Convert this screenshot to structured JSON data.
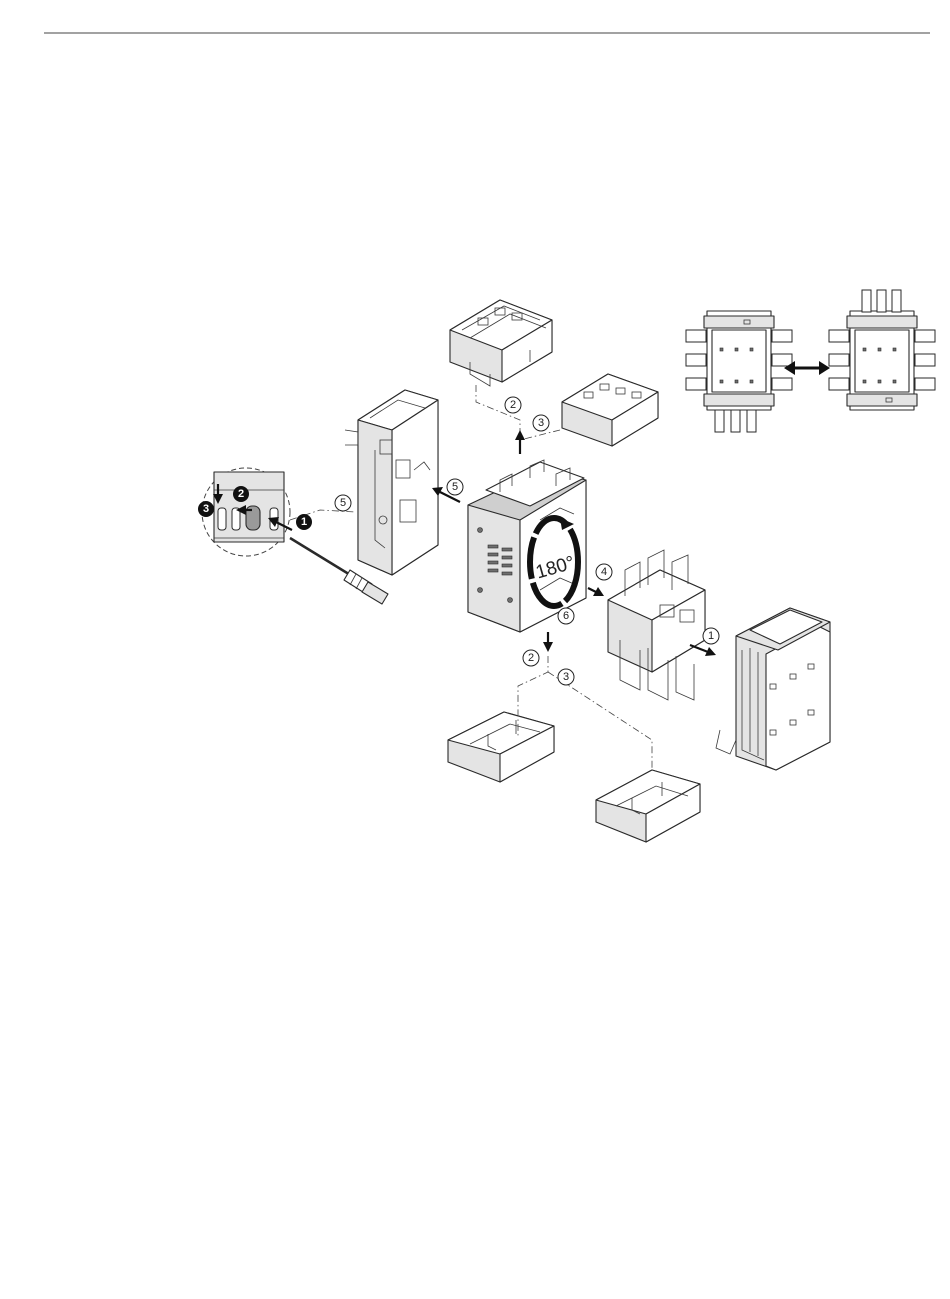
{
  "figure": {
    "callouts": [
      {
        "id": "c1",
        "label": "1"
      },
      {
        "id": "c2_top",
        "label": "2"
      },
      {
        "id": "c3_top",
        "label": "3"
      },
      {
        "id": "c2_bottom",
        "label": "2"
      },
      {
        "id": "c3_bottom",
        "label": "3"
      },
      {
        "id": "c4",
        "label": "4"
      },
      {
        "id": "c5_left",
        "label": "5"
      },
      {
        "id": "c5_mid",
        "label": "5"
      },
      {
        "id": "c6",
        "label": "6"
      }
    ],
    "steps": [
      {
        "id": "s1",
        "label": "1"
      },
      {
        "id": "s2",
        "label": "2"
      },
      {
        "id": "s3",
        "label": "3"
      }
    ],
    "rotation_label": "180°",
    "icons": {
      "double_arrow": "double-arrow-icon",
      "screwdriver": "screwdriver-icon"
    },
    "colors": {
      "line": "#2a2a2a",
      "shade": "#e4e4e4",
      "base_plate": "#cfcfcf",
      "step_badge": "#111111"
    }
  }
}
